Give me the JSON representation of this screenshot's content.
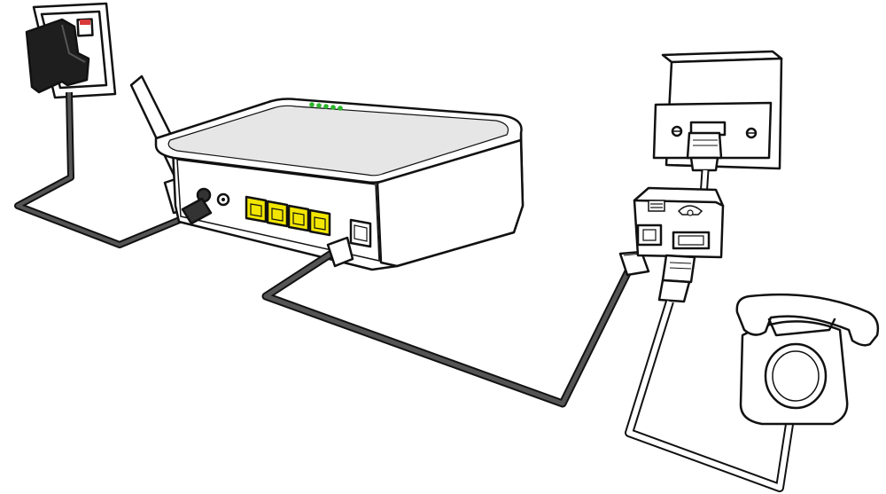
{
  "diagram": {
    "colors": {
      "background": "#ffffff",
      "outline": "#111111",
      "router_top": "#e6e6e6",
      "router_body": "#ffffff",
      "lan_port": "#f2e600",
      "adapter": "#1e1e1e",
      "cable_dark": "#555555",
      "cable_light": "#ffffff",
      "led": "#2db52d",
      "switch_red": "#d83a3a"
    },
    "components": {
      "power_adapter": {
        "icon": "plug-icon"
      },
      "wall_socket": {
        "icon": "socket-icon",
        "switch": "on"
      },
      "router": {
        "icon": "router-icon",
        "antennas": 1,
        "status_led_count": 5,
        "lan_port_count": 4,
        "phone_line_port": "RJ11"
      },
      "microfilter": {
        "icon": "splitter-icon",
        "outputs": [
          "modem",
          "phone"
        ]
      },
      "telephone_wall_socket": {
        "icon": "phone-socket-icon"
      },
      "telephone": {
        "icon": "rotary-phone-icon"
      }
    },
    "connections": [
      {
        "from": "wall_socket",
        "to": "router",
        "cable": "power"
      },
      {
        "from": "router",
        "to": "microfilter",
        "cable": "dsl"
      },
      {
        "from": "microfilter",
        "to": "telephone_wall_socket",
        "cable": "line"
      },
      {
        "from": "microfilter",
        "to": "telephone",
        "cable": "phone"
      }
    ]
  }
}
